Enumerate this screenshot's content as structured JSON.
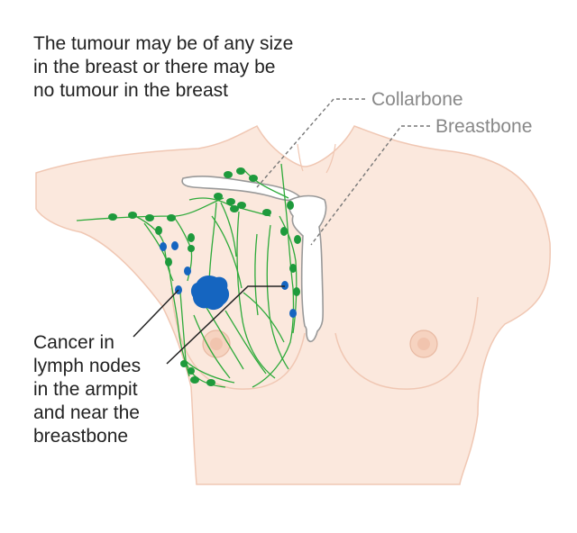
{
  "caption_top": [
    "The tumour may be of any size",
    "in the breast or there may be",
    "no tumour in the breast"
  ],
  "labels": {
    "collarbone": "Collarbone",
    "breastbone": "Breastbone"
  },
  "caption_bottom": [
    "Cancer in",
    "lymph nodes",
    "in the armpit",
    "and near the",
    "breastbone"
  ],
  "colors": {
    "skin": "#fbe8dd",
    "skin_outline": "#f0c7b3",
    "bone_outline": "#999999",
    "lymph_vessel": "#2eaa3a",
    "lymph_node_healthy": "#1e9a3c",
    "lymph_node_cancer": "#1565c0",
    "tumour": "#1565c0",
    "leader_line": "#777777",
    "label_grey": "#888888",
    "pointer_line": "#222222"
  }
}
